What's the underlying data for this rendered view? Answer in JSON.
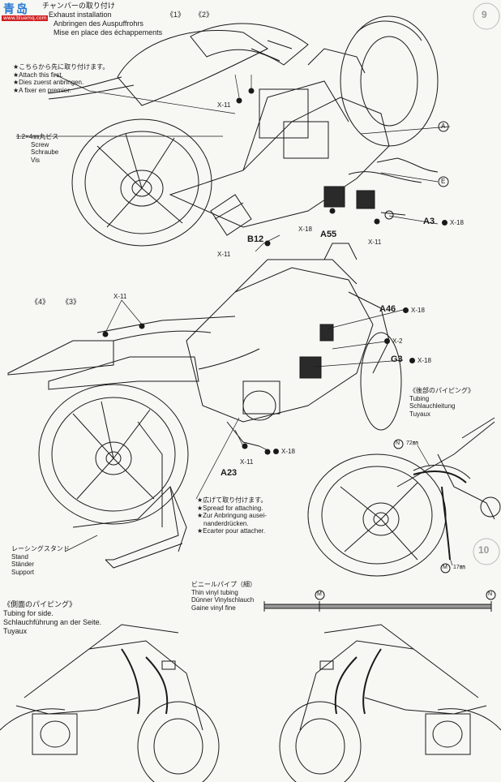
{
  "watermark": {
    "kanji": "青岛",
    "url": "www.bluemq.com"
  },
  "header": {
    "jp": "チャンバーの取り付け",
    "en": "Exhaust installation",
    "de": "Anbringen des Auspuffrohrs",
    "fr": "Mise en place des échappements"
  },
  "refs": {
    "r1": "《1》",
    "r2": "《2》",
    "r3": "《3》",
    "r4": "《4》"
  },
  "notes": {
    "attach_first": {
      "jp": "★こちらから先に取り付けます。",
      "en": "★Attach this first.",
      "de": "★Dies zuerst anbringen.",
      "fr": "★A fixer en premier."
    },
    "screw": {
      "jp": "1.2×4㎜丸ビス",
      "en": "Screw",
      "de": "Schraube",
      "fr": "Vis"
    },
    "spread": {
      "jp": "★広げて取り付けます。",
      "en": "★Spread for attaching.",
      "de1": "★Zur Anbringung ausei-",
      "de2": "nanderdrücken.",
      "fr": "★Ecarter pour attacher."
    },
    "stand": {
      "jp": "レーシングスタンド",
      "en": "Stand",
      "de": "Ständer",
      "fr": "Support"
    },
    "rear_piping": {
      "jp": "《後部のパイピング》",
      "en": "Tubing",
      "de": "Schlauchleitung",
      "fr": "Tuyaux"
    },
    "side_piping": {
      "jp": "《側面のパイピング》",
      "en": "Tubing for side.",
      "de": "Schlauchführung an der Seite.",
      "fr": "Tuyaux"
    },
    "vinyl": {
      "jp": "ビニールパイプ（細）",
      "en": "Thin vinyl tubing",
      "de": "Dünner Vinylschlauch",
      "fr": "Gaine vinyl fine"
    }
  },
  "callouts": {
    "x11": "X-11",
    "x18": "X-18",
    "x2": "X-2",
    "A": "A",
    "E": "E",
    "N": "N",
    "M": "M",
    "A3": "A3",
    "A55": "A55",
    "B12": "B12",
    "A46": "A46",
    "G3": "G3",
    "A23": "A23",
    "len_n": "72㎜",
    "len_m": "17㎜"
  },
  "step_numbers": {
    "s9": "9",
    "s10": "10"
  }
}
